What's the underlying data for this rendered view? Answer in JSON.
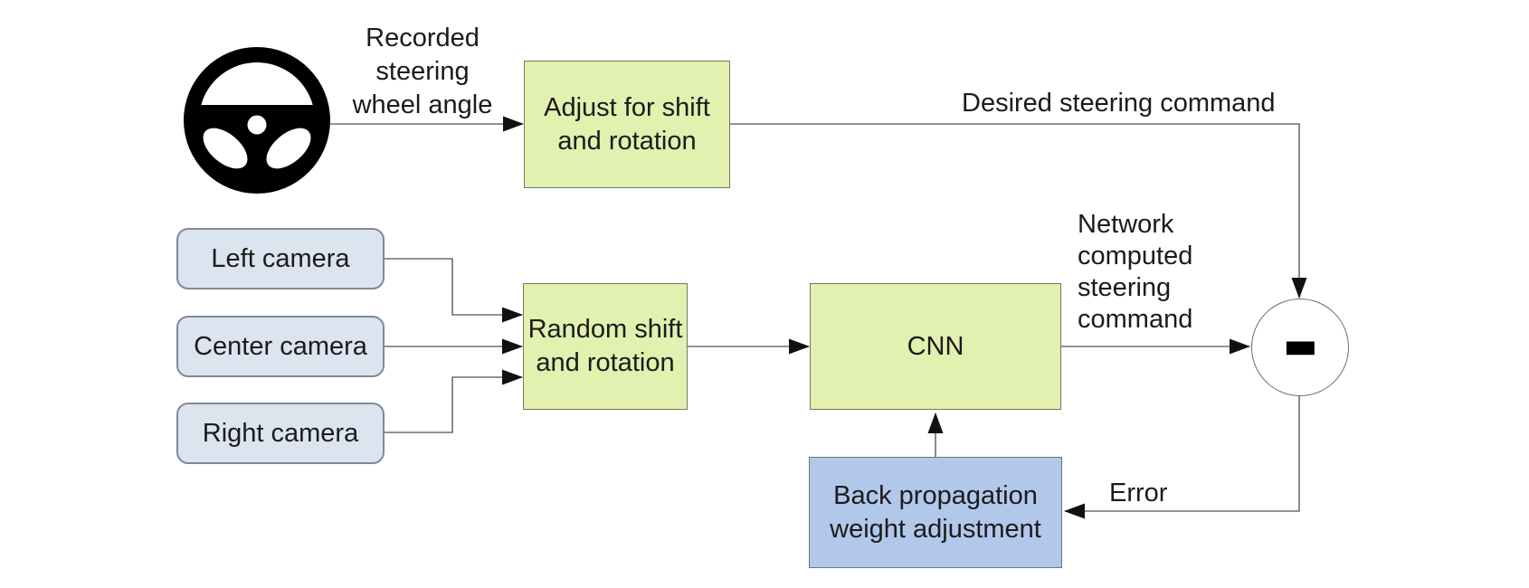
{
  "diagram": {
    "nodes": {
      "adjust": {
        "label": "Adjust for shift\nand rotation"
      },
      "random": {
        "label": "Random shift\nand rotation"
      },
      "cnn": {
        "label": "CNN"
      },
      "backprop": {
        "label": "Back propagation\nweight adjustment"
      },
      "cameras": [
        {
          "label": "Left camera"
        },
        {
          "label": "Center camera"
        },
        {
          "label": "Right camera"
        }
      ],
      "sum": {
        "symbol": "−"
      }
    },
    "annotations": {
      "recorded": "Recorded\nsteering\nwheel angle",
      "desired": "Desired steering command",
      "network": "Network\ncomputed\nsteering\ncommand",
      "error": "Error"
    },
    "icons": {
      "steering_wheel": "steering-wheel"
    },
    "colors": {
      "process_fill": "#e2f0b0",
      "process_border": "#74785f",
      "backprop_fill": "#b2c8ea",
      "backprop_border": "#67738a",
      "camera_fill": "#dce4f0",
      "camera_border": "#7e8a99",
      "connector_line": "#6e6e6e",
      "arrowhead": "#111111",
      "icon": "#000000",
      "text": "#1b1b1b",
      "background": "#ffffff"
    }
  }
}
